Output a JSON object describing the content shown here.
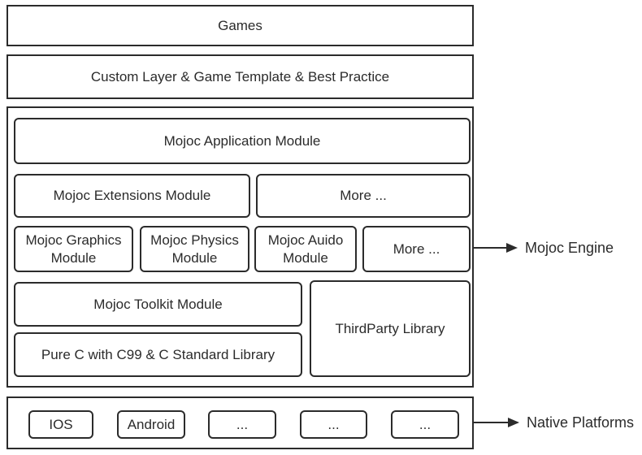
{
  "diagram": {
    "layers": {
      "games": {
        "label": "Games"
      },
      "custom": {
        "label": "Custom Layer & Game Template & Best Practice"
      },
      "engine": {
        "application": "Mojoc Application Module",
        "extensions": "Mojoc Extensions Module",
        "more_top": "More ...",
        "graphics": "Mojoc Graphics Module",
        "physics": "Mojoc Physics Module",
        "audio": "Mojoc Auido Module",
        "more_mid": "More ...",
        "toolkit": "Mojoc Toolkit Module",
        "pure_c": "Pure C with C99 & C Standard Library",
        "thirdparty": "ThirdParty Library",
        "callout": "Mojoc Engine"
      },
      "platforms": {
        "items": [
          "IOS",
          "Android",
          "...",
          "...",
          "..."
        ],
        "callout": "Native Platforms"
      }
    },
    "icons": {
      "engine_callout": "arrow-right",
      "platforms_callout": "arrow-right"
    },
    "colors": {
      "border": "#2b2b2b",
      "text": "#2b2b2b",
      "background": "#ffffff"
    }
  }
}
